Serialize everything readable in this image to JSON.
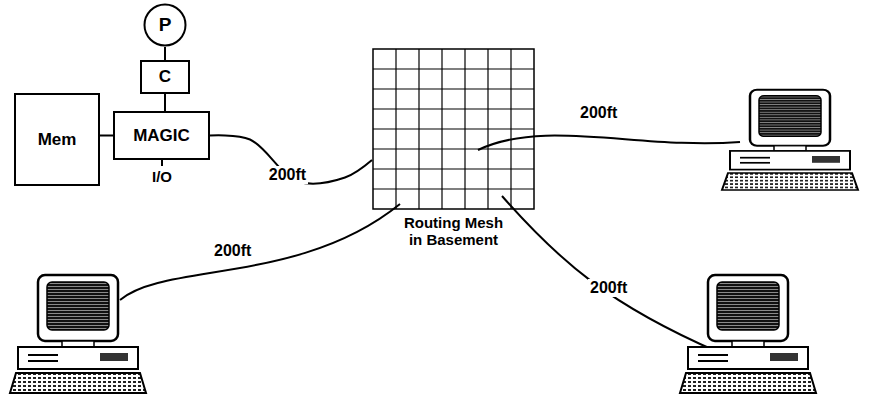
{
  "diagram": {
    "nodes": [
      {
        "text": [
          "P"
        ]
      },
      {
        "text": [
          "C"
        ]
      },
      {
        "text": [
          "Mem"
        ]
      },
      {
        "text": [
          "MAGIC"
        ]
      },
      {
        "text": [
          "Routing Mesh in Basement"
        ]
      }
    ],
    "edges": [
      {
        "from": 0,
        "to": 1,
        "arrow": "none"
      },
      {
        "from": 1,
        "to": 3,
        "arrow": "none"
      },
      {
        "from": 2,
        "to": 3,
        "arrow": "none"
      },
      {
        "from": 3,
        "to": 4,
        "arrow": "none",
        "label": "200ft"
      }
    ],
    "labels": [
      "I/O",
      "200ft",
      "200ft",
      "200ft"
    ]
  }
}
